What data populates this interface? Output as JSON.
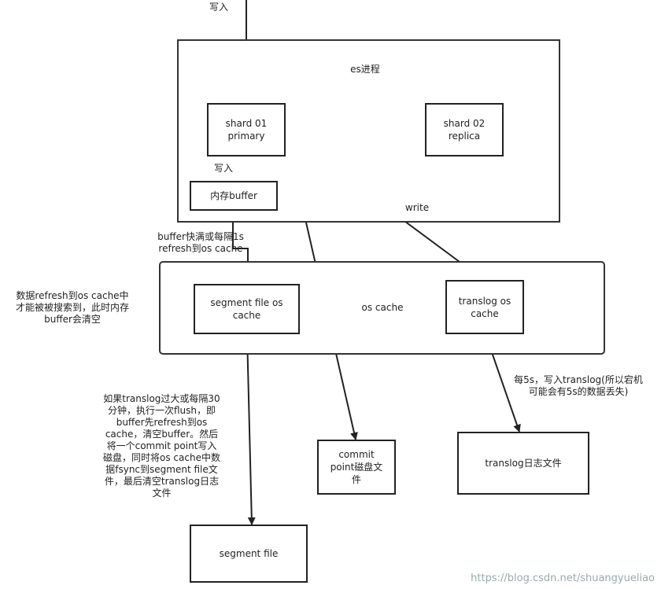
{
  "outer_frames": {
    "es_process": "es进程",
    "os_cache": "os cache"
  },
  "nodes": {
    "shard01": "shard 01\nprimary",
    "shard02": "shard 02\nreplica",
    "mem_buffer": "内存buffer",
    "segment_cache": "segment file os\ncache",
    "translog_cache": "translog os\ncache",
    "commit_point": "commit\npoint磁盘文\n件",
    "translog_file": "translog日志文件",
    "segment_file": "segment file"
  },
  "edge_labels": {
    "write_top": "写入",
    "write_buffer": "写入",
    "write": "write",
    "refresh": "buffer快满或每隔1s\nrefresh到os cache",
    "every5s": "每5s，写入translog(所以宕机\n可能会有5s的数据丢失)"
  },
  "notes": {
    "refresh_note": "数据refresh到os cache中\n才能被被搜索到，此时内存\nbuffer会清空",
    "flush_note": "如果translog过大或每隔30\n分钟，执行一次flush，即\nbuffer先refresh到os\ncache，清空buffer。然后\n将一个commit point写入\n磁盘，同时将os cache中数\n据fsync到segment file文\n件，最后清空translog日志\n文件"
  },
  "watermark": "https://blog.csdn.net/shuangyueliao"
}
